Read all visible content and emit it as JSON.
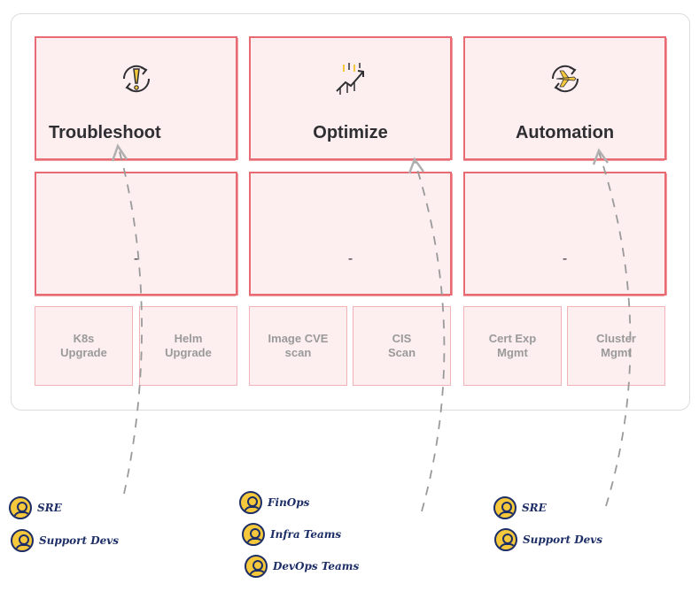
{
  "columns": [
    {
      "title": "Troubleshoot",
      "icon": "refresh-alert-icon",
      "middle_text": "-",
      "subitems": [
        "K8s\nUpgrade",
        "Helm\nUpgrade"
      ],
      "personas": [
        "SRE",
        "Support Devs"
      ]
    },
    {
      "title": "Optimize",
      "icon": "trend-up-icon",
      "middle_text": "-",
      "subitems": [
        "Image CVE\nscan",
        "CIS\nScan"
      ],
      "personas": [
        "FinOps",
        "Infra Teams",
        "DevOps Teams"
      ]
    },
    {
      "title": "Automation",
      "icon": "refresh-plane-icon",
      "middle_text": "-",
      "subitems": [
        "Cert Exp\nMgmt",
        "Cluster\nMgmt"
      ],
      "personas": [
        "SRE",
        "Support Devs"
      ]
    }
  ],
  "colors": {
    "card_border": "#e86a72",
    "card_fill": "#fdeeef",
    "subitem_text": "#9a9a9a",
    "persona_text": "#1d2e66",
    "avatar_fill": "#f6c83c",
    "icon_accent": "#f6c83c"
  }
}
